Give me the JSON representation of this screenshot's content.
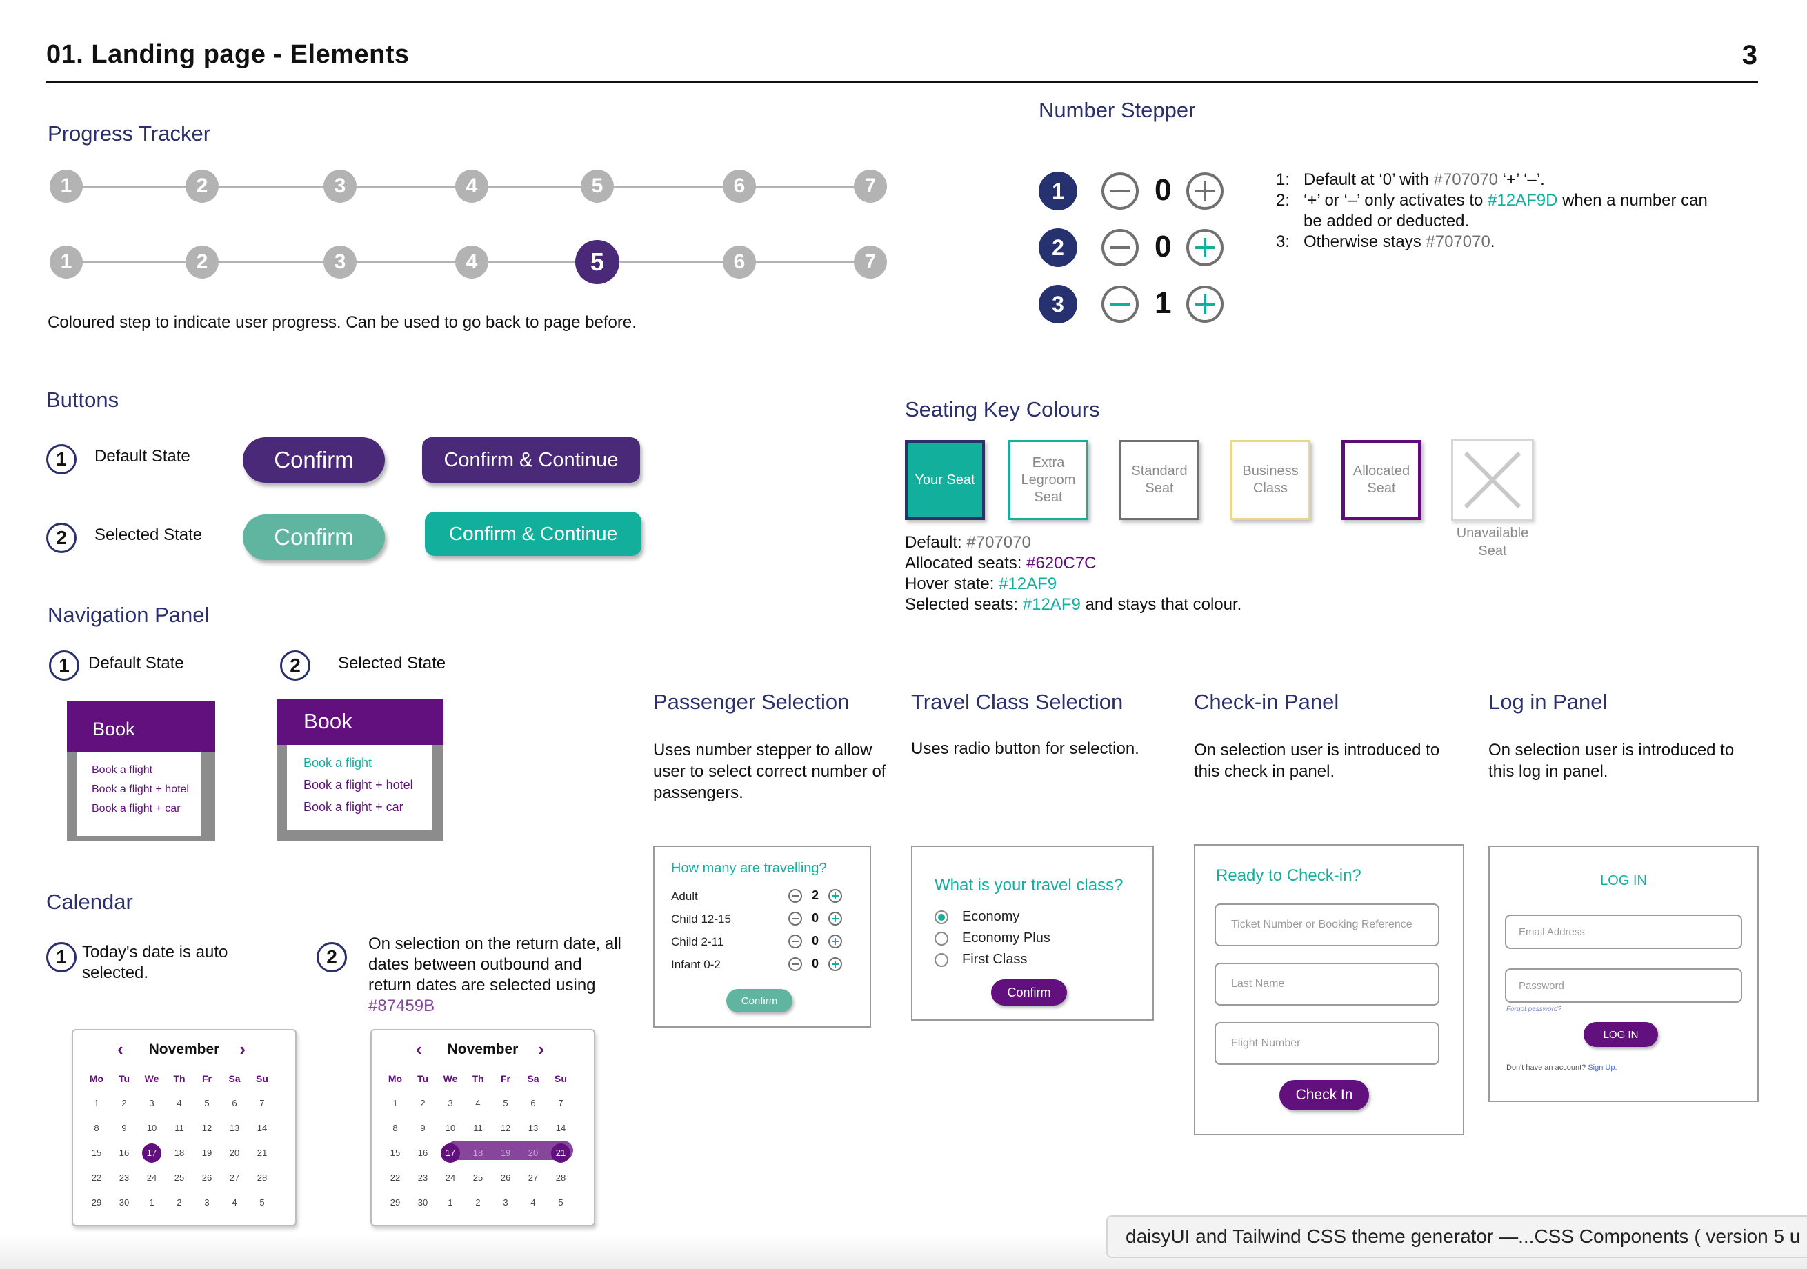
{
  "header": {
    "title": "01. Landing page - Elements",
    "page_number": "3"
  },
  "progress": {
    "heading": "Progress Tracker",
    "steps": [
      "1",
      "2",
      "3",
      "4",
      "5",
      "6",
      "7"
    ],
    "active_step": 5,
    "caption": "Coloured step to indicate user progress. Can be used to go back to page before."
  },
  "buttons": {
    "heading": "Buttons",
    "default_num": "1",
    "default_label": "Default State",
    "selected_num": "2",
    "selected_label": "Selected State",
    "confirm": "Confirm",
    "confirm_continue": "Confirm & Continue",
    "colors": {
      "default": "#4a2a78",
      "selected_confirm": "#5fb5a0",
      "selected_continue": "#12AF9D"
    }
  },
  "navigation": {
    "heading": "Navigation Panel",
    "default_num": "1",
    "default_label": "Default State",
    "selected_num": "2",
    "selected_label": "Selected State",
    "title": "Book",
    "items": [
      "Book a flight",
      "Book a flight + hotel",
      "Book a flight + car"
    ]
  },
  "calendar": {
    "heading": "Calendar",
    "note1_num": "1",
    "note1": "Today's date is auto selected.",
    "note2_num": "2",
    "note2": "On selection on the return date, all dates between outbound and return dates are selected using",
    "note2_color": "#87459B",
    "month": "November",
    "days": [
      "Mo",
      "Tu",
      "We",
      "Th",
      "Fr",
      "Sa",
      "Su"
    ],
    "weeks": [
      [
        "1",
        "2",
        "3",
        "4",
        "5",
        "6",
        "7"
      ],
      [
        "8",
        "9",
        "10",
        "11",
        "12",
        "13",
        "14"
      ],
      [
        "15",
        "16",
        "17",
        "18",
        "19",
        "20",
        "21"
      ],
      [
        "22",
        "23",
        "24",
        "25",
        "26",
        "27",
        "28"
      ],
      [
        "29",
        "30",
        "1",
        "2",
        "3",
        "4",
        "5"
      ]
    ]
  },
  "stepper": {
    "heading": "Number Stepper",
    "rows": [
      {
        "num": "1",
        "value": "0",
        "minus": "gray",
        "plus": "gray"
      },
      {
        "num": "2",
        "value": "0",
        "minus": "gray",
        "plus": "green"
      },
      {
        "num": "3",
        "value": "1",
        "minus": "green",
        "plus": "green"
      }
    ],
    "notes": [
      {
        "num": "1:",
        "pre": "Default at ‘0’ with ",
        "color": "#707070",
        "post": " ‘+’ ‘–’."
      },
      {
        "num": "2:",
        "pre": "‘+’ or ‘–’ only activates to ",
        "color": "#12AF9D",
        "post": " when a number can be added or deducted."
      },
      {
        "num": "3:",
        "pre": "Otherwise stays ",
        "color": "#707070",
        "post": "."
      }
    ]
  },
  "seating": {
    "heading": "Seating Key Colours",
    "keys": [
      {
        "label": "Your Seat",
        "border": "#2b2f6b"
      },
      {
        "label": "Extra Legroom Seat",
        "border": "#12AF9D"
      },
      {
        "label": "Standard Seat",
        "border": "#707070"
      },
      {
        "label": "Business Class",
        "border": "#f0d68a"
      },
      {
        "label": "Allocated Seat",
        "border": "#620C7C"
      }
    ],
    "unavailable": "Unavailable Seat",
    "legend": [
      {
        "pre": "Default: ",
        "color": "#707070",
        "post": ""
      },
      {
        "pre": "Allocated seats: ",
        "color": "#620C7C",
        "post": ""
      },
      {
        "pre": "Hover state: ",
        "color": "#12AF9",
        "post": ""
      },
      {
        "pre": "Selected seats: ",
        "color": "#12AF9",
        "post": " and stays that colour."
      }
    ]
  },
  "passenger": {
    "heading": "Passenger Selection",
    "desc": "Uses number stepper to allow user to select correct number of passengers.",
    "title": "How many are travelling?",
    "rows": [
      {
        "label": "Adult",
        "value": "2"
      },
      {
        "label": "Child 12-15",
        "value": "0"
      },
      {
        "label": "Child 2-11",
        "value": "0"
      },
      {
        "label": "Infant 0-2",
        "value": "0"
      }
    ],
    "confirm": "Confirm"
  },
  "travel_class": {
    "heading": "Travel Class Selection",
    "desc": "Uses radio button for selection.",
    "title": "What is your travel class?",
    "options": [
      "Economy",
      "Economy Plus",
      "First Class"
    ],
    "confirm": "Confirm"
  },
  "checkin": {
    "heading": "Check-in Panel",
    "desc": "On selection user is introduced to this check in panel.",
    "title": "Ready to Check-in?",
    "fields": [
      "Ticket Number or Booking Reference",
      "Last Name",
      "Flight Number"
    ],
    "button": "Check In"
  },
  "login": {
    "heading": "Log in Panel",
    "desc": "On selection user is introduced to this log in panel.",
    "title": "LOG IN",
    "fields": [
      "Email Address",
      "Password"
    ],
    "forgot": "Forgot password?",
    "button": "LOG IN",
    "signup_pre": "Don't have an account?",
    "signup_link": "Sign Up."
  },
  "tooltip": "daisyUI and Tailwind CSS theme generator —...CSS Components ( version 5 u"
}
